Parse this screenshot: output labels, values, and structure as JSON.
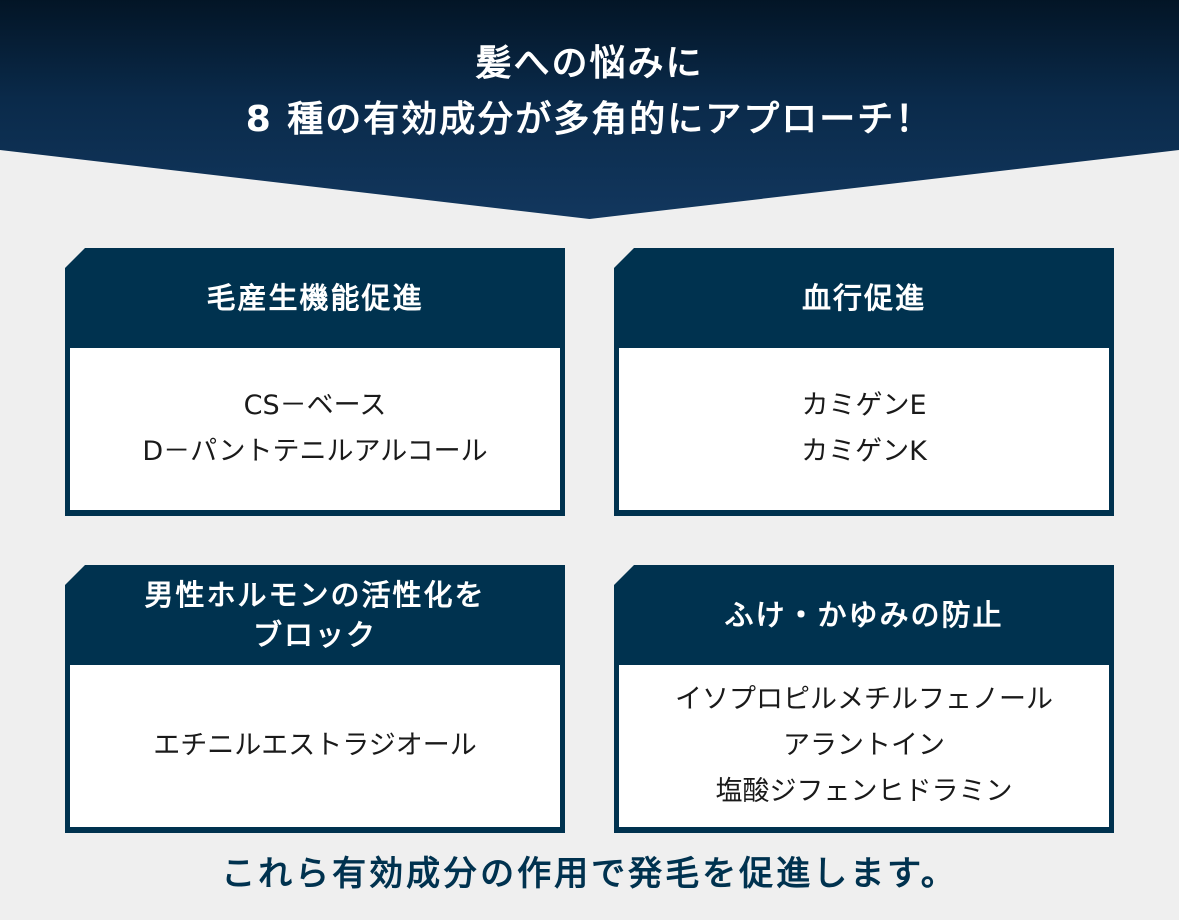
{
  "header": {
    "line1": "髪への悩みに",
    "line2": "8 種の有効成分が多角的にアプローチ！"
  },
  "cards": [
    {
      "title": [
        "毛産生機能促進"
      ],
      "ingredients": [
        "CS－ベース",
        "D－パントテニルアルコール"
      ]
    },
    {
      "title": [
        "血行促進"
      ],
      "ingredients": [
        "カミゲンE",
        "カミゲンK"
      ]
    },
    {
      "title": [
        "男性ホルモンの活性化を",
        "ブロック"
      ],
      "ingredients": [
        "エチニルエストラジオール"
      ]
    },
    {
      "title": [
        "ふけ・かゆみの防止"
      ],
      "ingredients": [
        "イソプロピルメチルフェノール",
        "アラントイン",
        "塩酸ジフェンヒドラミン"
      ]
    }
  ],
  "footer": {
    "text": "これら有効成分の作用で発毛を促進します。"
  },
  "colors": {
    "navy": "#00324f",
    "background": "#efefef",
    "banner_dark": "#031526"
  }
}
